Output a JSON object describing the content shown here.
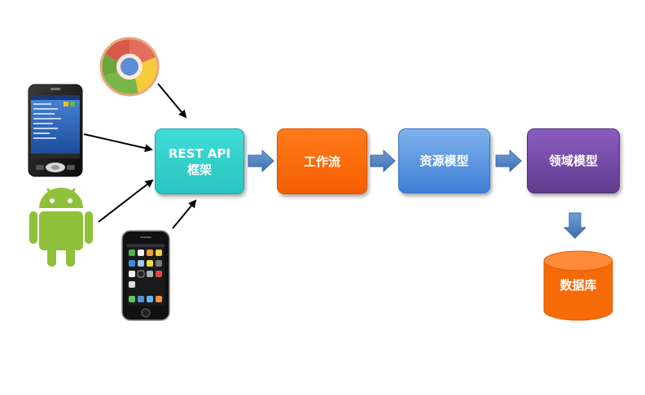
{
  "nodes": {
    "rest_api": "REST API 框架",
    "workflow": "工作流",
    "resource_model": "资源模型",
    "domain_model": "领域模型",
    "database": "数据库"
  },
  "clients": [
    {
      "icon": "chrome-browser-icon"
    },
    {
      "icon": "windows-mobile-phone-icon"
    },
    {
      "icon": "android-robot-icon"
    },
    {
      "icon": "iphone-icon"
    }
  ],
  "colors": {
    "rest_api": "#2ec8c4",
    "workflow": "#f96a0a",
    "resource_model": "#5b93de",
    "domain_model": "#6f489f",
    "database": "#f66a08",
    "flow_arrow": "#4a7ec0",
    "android_green": "#8fc03a"
  }
}
